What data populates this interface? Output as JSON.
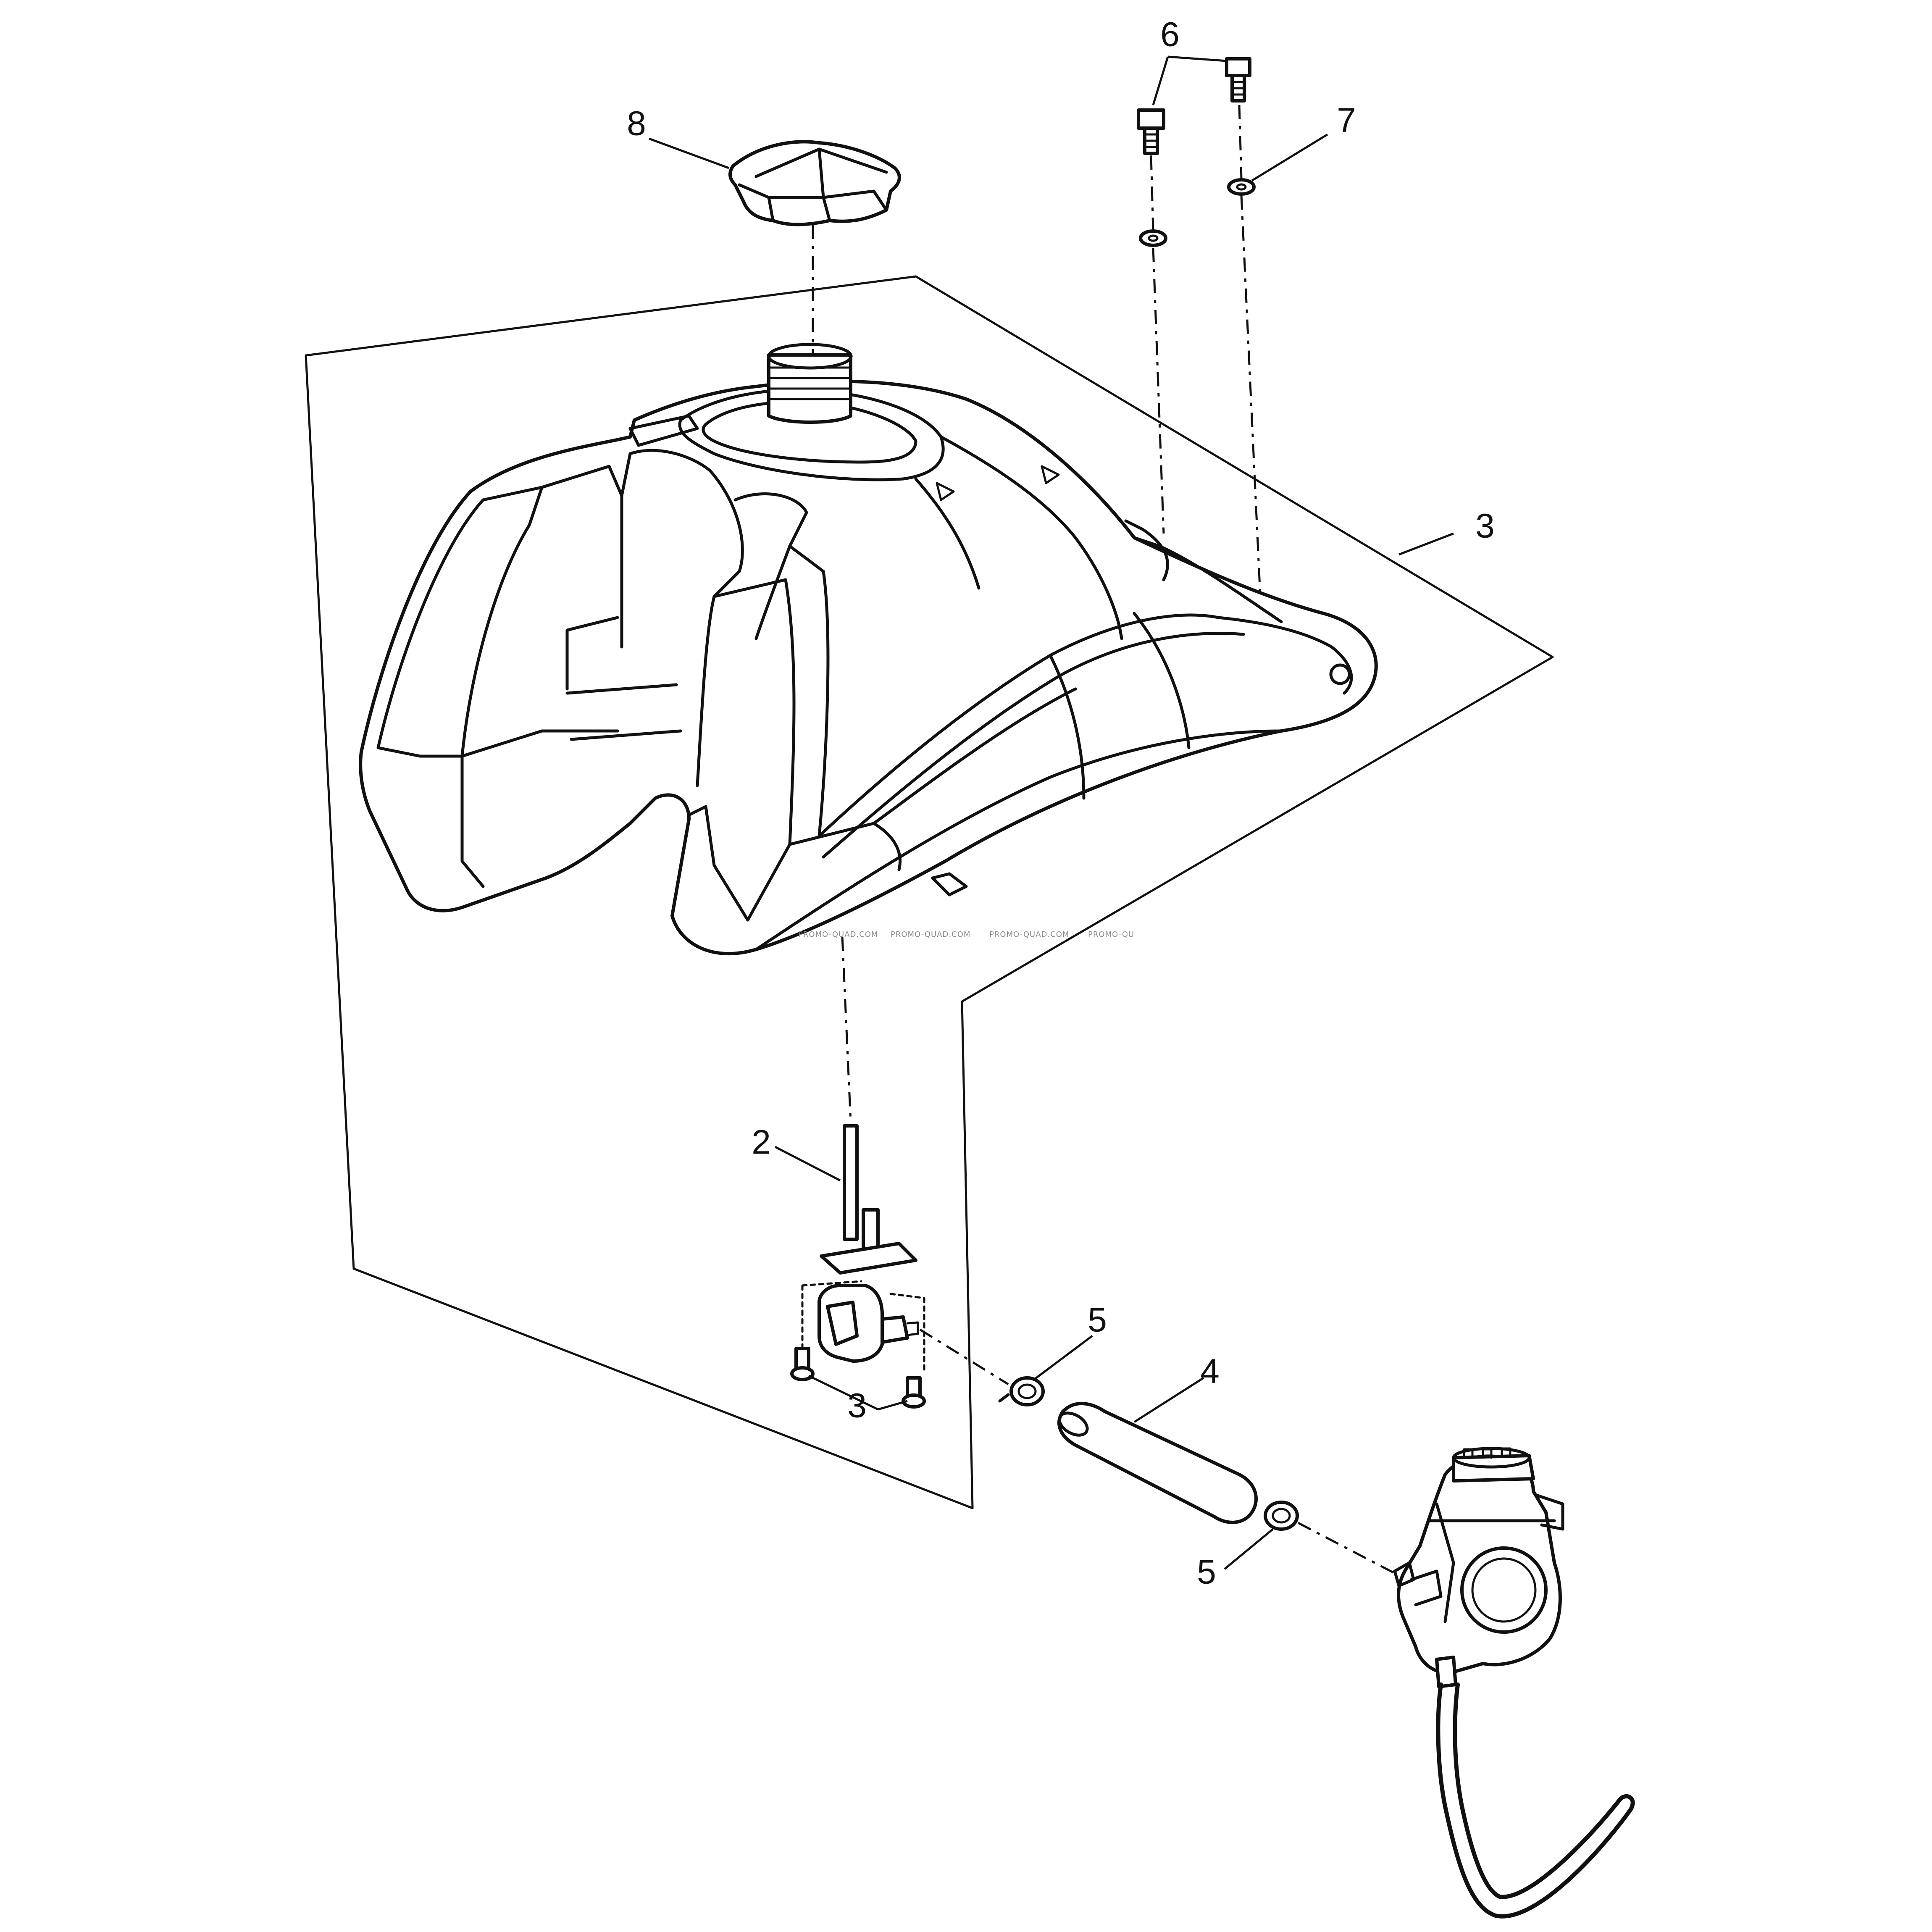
{
  "callouts": {
    "c1": "8",
    "c2": "6",
    "c3": "7",
    "c4": "3",
    "c5": "2",
    "c6": "5",
    "c7": "4",
    "c8": "3",
    "c9": "5"
  },
  "watermarks": [
    "PROMO-QUAD.COM",
    "PROMO-QUAD.COM",
    "PROMO-QUAD.COM",
    "PROMO-QU"
  ]
}
